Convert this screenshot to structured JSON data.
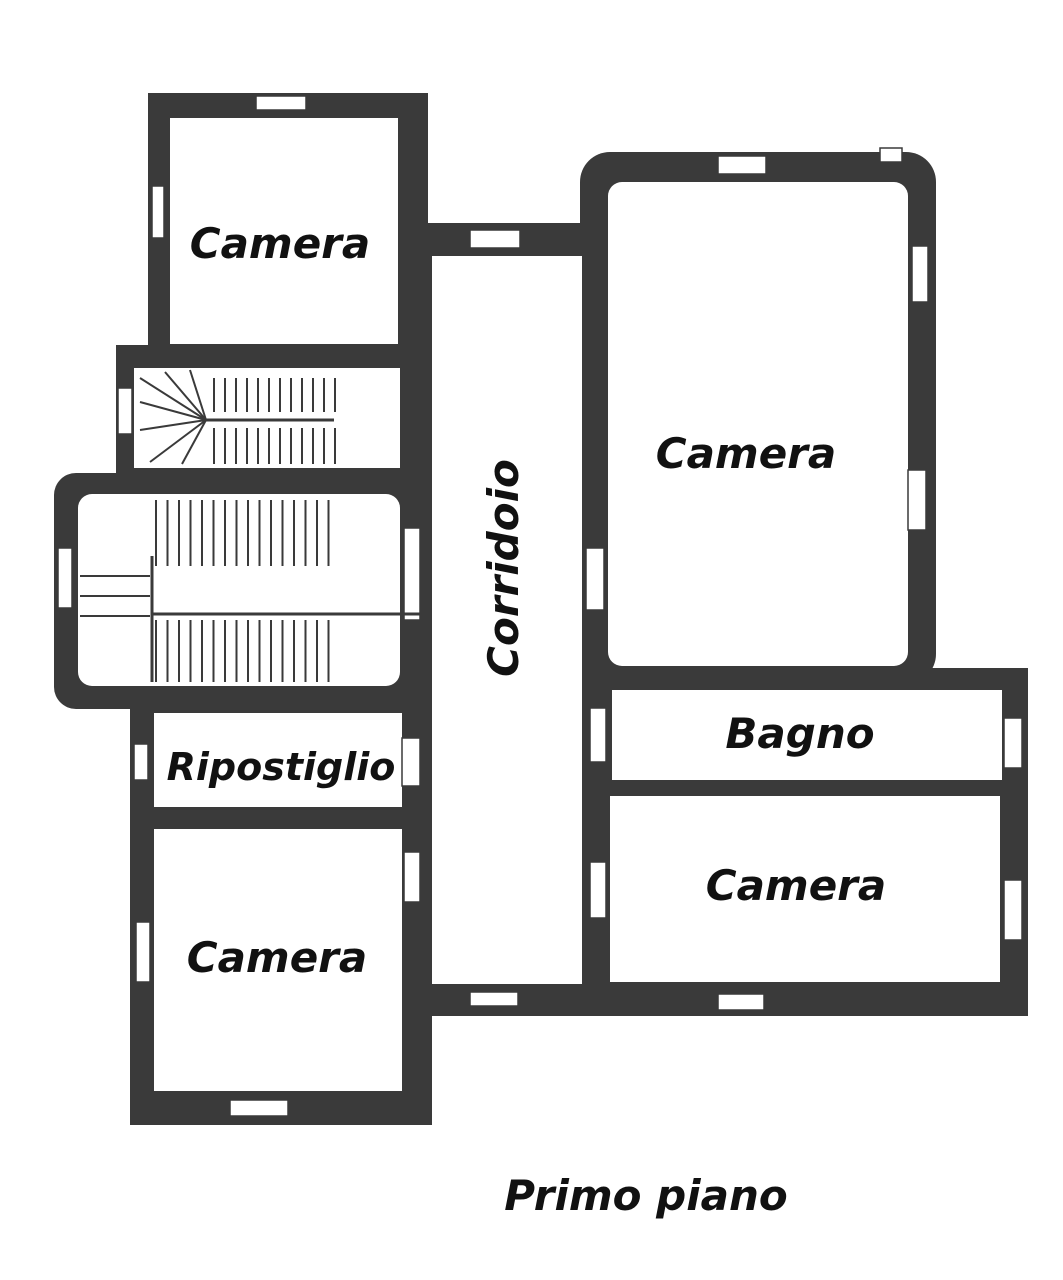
{
  "plan": {
    "caption": "Primo piano",
    "rooms": {
      "camera_top_left": "Camera",
      "camera_right_large": "Camera",
      "corridoio": "Corridoio",
      "bagno": "Bagno",
      "camera_right_bottom": "Camera",
      "ripostiglio": "Ripostiglio",
      "camera_bottom_left": "Camera"
    }
  },
  "colors": {
    "wall": "#3a3a3a",
    "background": "#ffffff",
    "text": "#111111"
  }
}
